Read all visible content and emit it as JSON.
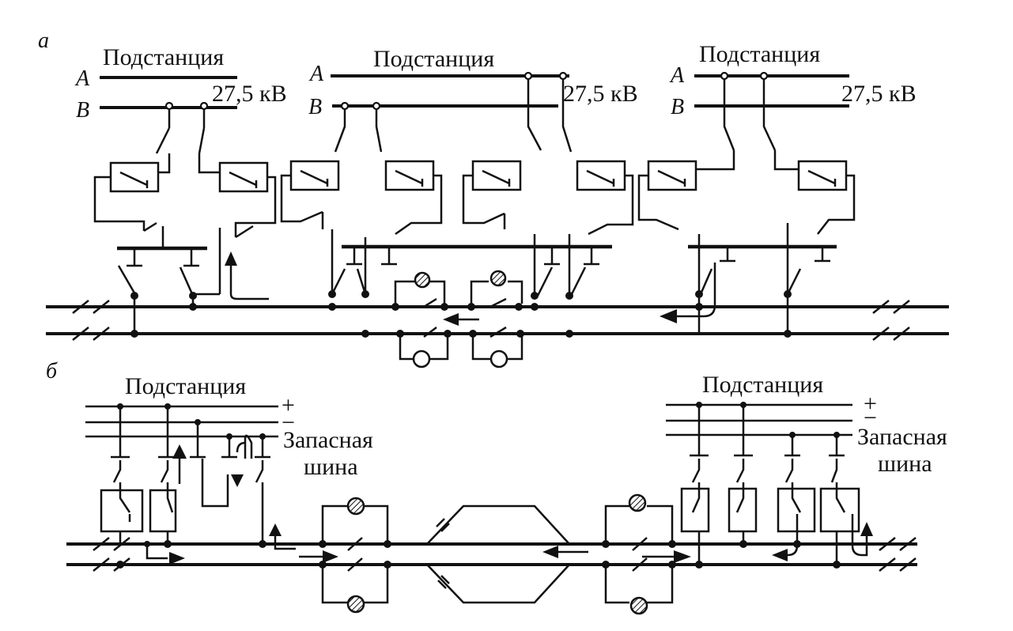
{
  "panel_a": {
    "label": "а",
    "bus_a": "A",
    "bus_b": "B",
    "substations": [
      {
        "title": "Подстанция",
        "voltage": "27,5 кВ"
      },
      {
        "title": "Подстанция",
        "voltage": "27,5 кВ"
      },
      {
        "title": "Подстанция",
        "voltage": "27,5 кВ"
      }
    ]
  },
  "panel_b": {
    "label": "б",
    "plus": "+",
    "minus": "−",
    "substations": [
      {
        "title": "Подстанция",
        "spare_bus_1": "Запасная",
        "spare_bus_2": "шина"
      },
      {
        "title": "Подстанция",
        "spare_bus_1": "Запасная",
        "spare_bus_2": "шина"
      }
    ]
  }
}
